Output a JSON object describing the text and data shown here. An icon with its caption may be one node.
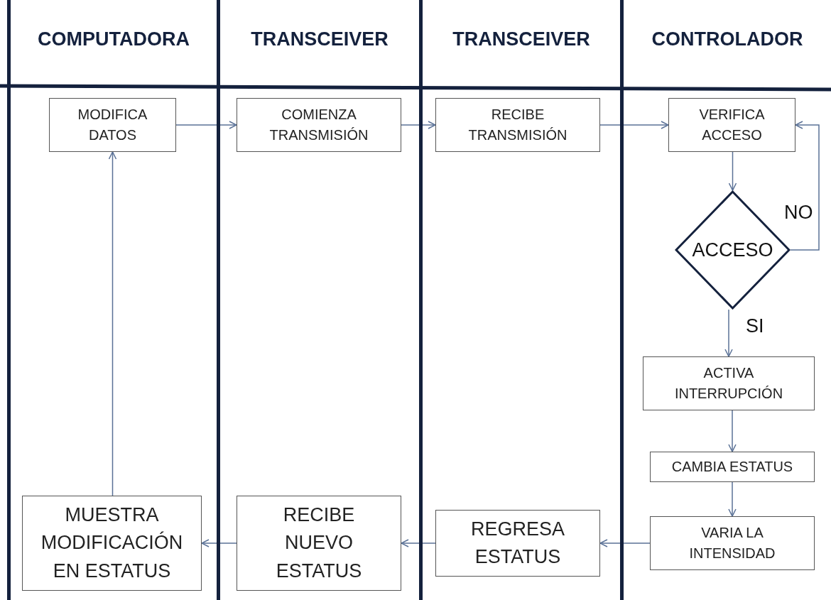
{
  "diagram": {
    "nodes": [
      {
        "text": [
          "COMPUTADORA"
        ]
      },
      {
        "text": [
          "TRANSCEIVER"
        ]
      },
      {
        "text": [
          "TRANSCEIVER"
        ]
      },
      {
        "text": [
          "CONTROLADOR"
        ]
      },
      {
        "text": [
          "MODIFICA DATOS"
        ],
        "in": 0
      },
      {
        "text": [
          "COMIENZA TRANSMISIÓN"
        ],
        "in": 1
      },
      {
        "text": [
          "RECIBE TRANSMISIÓN"
        ],
        "in": 2
      },
      {
        "text": [
          "VERIFICA ACCESO"
        ],
        "in": 3
      },
      {
        "text": [
          "ACCESO"
        ],
        "in": 3
      },
      {
        "text": [
          "ACTIVA INTERRUPCIÓN"
        ],
        "in": 3
      },
      {
        "text": [
          "CAMBIA ESTATUS"
        ],
        "in": 3
      },
      {
        "text": [
          "VARIA LA INTENSIDAD"
        ],
        "in": 3
      },
      {
        "text": [
          "REGRESA ESTATUS"
        ],
        "in": 2
      },
      {
        "text": [
          "RECIBE NUEVO ESTATUS"
        ],
        "in": 1
      },
      {
        "text": [
          "MUESTRA MODIFICACIÓN EN ESTATUS"
        ],
        "in": 0
      }
    ],
    "edges": [
      {
        "from": 4,
        "to": 5,
        "arrow": "to"
      },
      {
        "from": 5,
        "to": 6,
        "arrow": "to"
      },
      {
        "from": 6,
        "to": 7,
        "arrow": "to"
      },
      {
        "from": 7,
        "to": 8,
        "arrow": "to"
      },
      {
        "from": 8,
        "to": 7,
        "arrow": "to",
        "label": "NO"
      },
      {
        "from": 8,
        "to": 9,
        "arrow": "to",
        "label": "SI"
      },
      {
        "from": 9,
        "to": 10,
        "arrow": "to"
      },
      {
        "from": 10,
        "to": 11,
        "arrow": "to"
      },
      {
        "from": 11,
        "to": 12,
        "arrow": "to"
      },
      {
        "from": 12,
        "to": 13,
        "arrow": "to"
      },
      {
        "from": 13,
        "to": 14,
        "arrow": "to"
      },
      {
        "from": 14,
        "to": 4,
        "arrow": "to"
      }
    ]
  }
}
